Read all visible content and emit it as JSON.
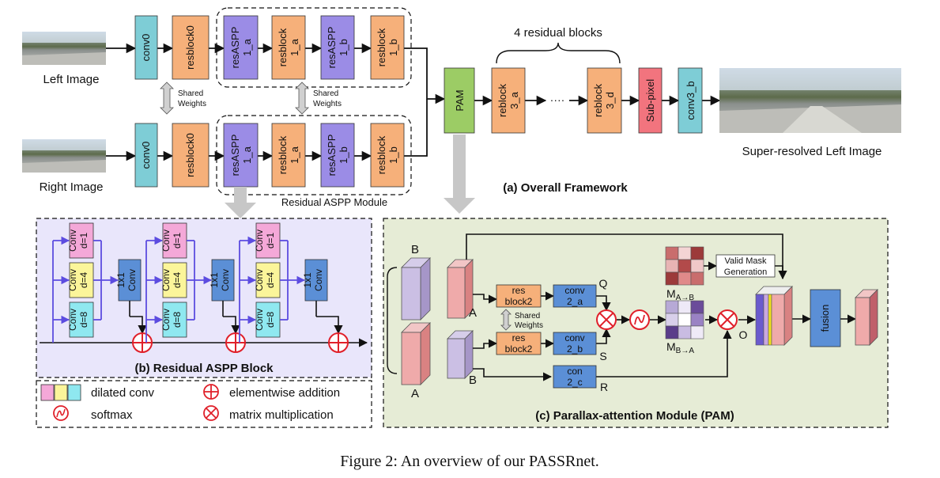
{
  "overall": {
    "left_image_label": "Left Image",
    "right_image_label": "Right Image",
    "conv0": "conv0",
    "resblock0": "resblock0",
    "resaspp_1a": [
      "resASPP",
      "1_a"
    ],
    "resblock_1a": [
      "resblock",
      "1_a"
    ],
    "resaspp_1b": [
      "resASPP",
      "1_b"
    ],
    "resblock_1b": [
      "resblock",
      "1_b"
    ],
    "shared_weights": [
      "Shared",
      "Weights"
    ],
    "residual_aspp_module": "Residual ASPP Module",
    "pam": "PAM",
    "four_blocks": "4 residual blocks",
    "reblock_3a": [
      "reblock",
      "3_a"
    ],
    "dots": "····",
    "reblock_3d": [
      "reblock",
      "3_d"
    ],
    "subpixel": "Sub-pixel",
    "conv3b": "conv3_b",
    "output_label": "Super-resolved Left Image",
    "title": "(a) Overall Framework"
  },
  "aspp": {
    "conv_d1": [
      "Conv",
      "d=1"
    ],
    "conv_d4": [
      "Conv",
      "d=4"
    ],
    "conv_d8": [
      "Conv",
      "d=8"
    ],
    "conv_1x1": [
      "1x1",
      "Conv"
    ],
    "title": "(b) Residual ASPP Block"
  },
  "legend": {
    "dilated": "dilated conv",
    "softmax": "softmax",
    "add": "elementwise addition",
    "matmul": "matrix multiplication"
  },
  "pam_detail": {
    "label_B": "B",
    "label_A": "A",
    "res_block2": [
      "res",
      "block2"
    ],
    "conv2a": [
      "conv",
      "2_a"
    ],
    "conv2b": [
      "conv",
      "2_b"
    ],
    "con2c": [
      "con",
      "2_c"
    ],
    "Q": "Q",
    "S": "S",
    "R": "R",
    "O": "O",
    "valid_mask": [
      "Valid Mask",
      "Generation"
    ],
    "m_ab": "M",
    "m_ab_sub": "A→B",
    "m_ba": "M",
    "m_ba_sub": "B→A",
    "fusion": "fusion",
    "shared_weights": [
      "Shared",
      "Weights"
    ],
    "title": "(c) Parallax-attention Module (PAM)"
  },
  "caption": "Figure 2: An overview of our PASSRnet.",
  "colors": {
    "conv_teal": "#7ecdd6",
    "resblock_orange": "#f6b07a",
    "aspp_purple": "#9b8ce6",
    "pam_green": "#9ccc65",
    "subpixel_pink": "#f2747e",
    "blue_conv": "#5b8fd6",
    "pink_d1": "#f4a8d8",
    "yellow_d4": "#fbf59a",
    "cyan_d8": "#8fe8f0",
    "panel_b_bg": "#e9e6fb",
    "panel_c_bg": "#e6ecd6",
    "arrow_purple": "#5c4ce0",
    "op_red": "#e0202a"
  }
}
